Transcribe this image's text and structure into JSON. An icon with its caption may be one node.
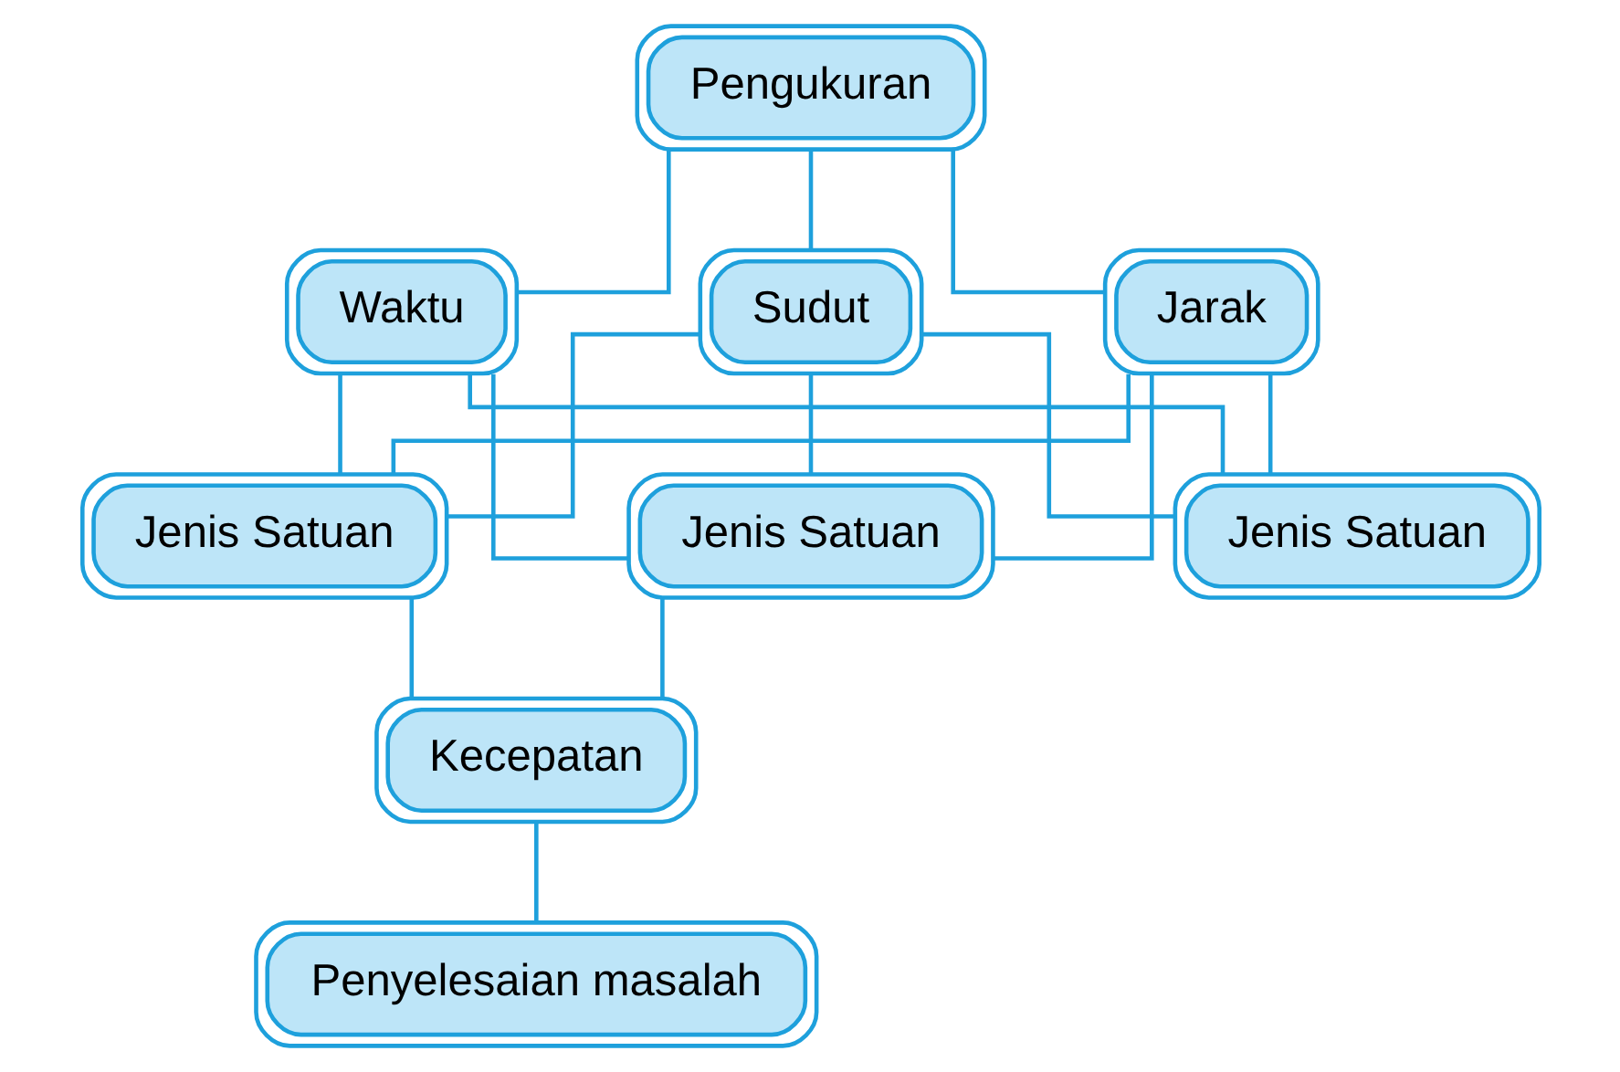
{
  "diagram": {
    "nodes": [
      {
        "text": [
          "Pengukuran"
        ]
      },
      {
        "text": [
          "Waktu"
        ]
      },
      {
        "text": [
          "Sudut"
        ]
      },
      {
        "text": [
          "Jarak"
        ]
      },
      {
        "text": [
          "Jenis Satuan"
        ]
      },
      {
        "text": [
          "Jenis Satuan"
        ]
      },
      {
        "text": [
          "Jenis Satuan"
        ]
      },
      {
        "text": [
          "Kecepatan"
        ]
      },
      {
        "text": [
          "Penyelesaian masalah"
        ]
      }
    ],
    "edges": [
      {
        "from": 0,
        "to": 1,
        "arrow": "none"
      },
      {
        "from": 0,
        "to": 2,
        "arrow": "none"
      },
      {
        "from": 0,
        "to": 3,
        "arrow": "none"
      },
      {
        "from": 1,
        "to": 4,
        "arrow": "none"
      },
      {
        "from": 1,
        "to": 5,
        "arrow": "none"
      },
      {
        "from": 1,
        "to": 6,
        "arrow": "none"
      },
      {
        "from": 2,
        "to": 4,
        "arrow": "none"
      },
      {
        "from": 2,
        "to": 5,
        "arrow": "none"
      },
      {
        "from": 2,
        "to": 6,
        "arrow": "none"
      },
      {
        "from": 3,
        "to": 4,
        "arrow": "none"
      },
      {
        "from": 3,
        "to": 5,
        "arrow": "none"
      },
      {
        "from": 3,
        "to": 6,
        "arrow": "none"
      },
      {
        "from": 4,
        "to": 7,
        "arrow": "none"
      },
      {
        "from": 6,
        "to": 7,
        "arrow": "none"
      },
      {
        "from": 7,
        "to": 8,
        "arrow": "none"
      }
    ]
  }
}
